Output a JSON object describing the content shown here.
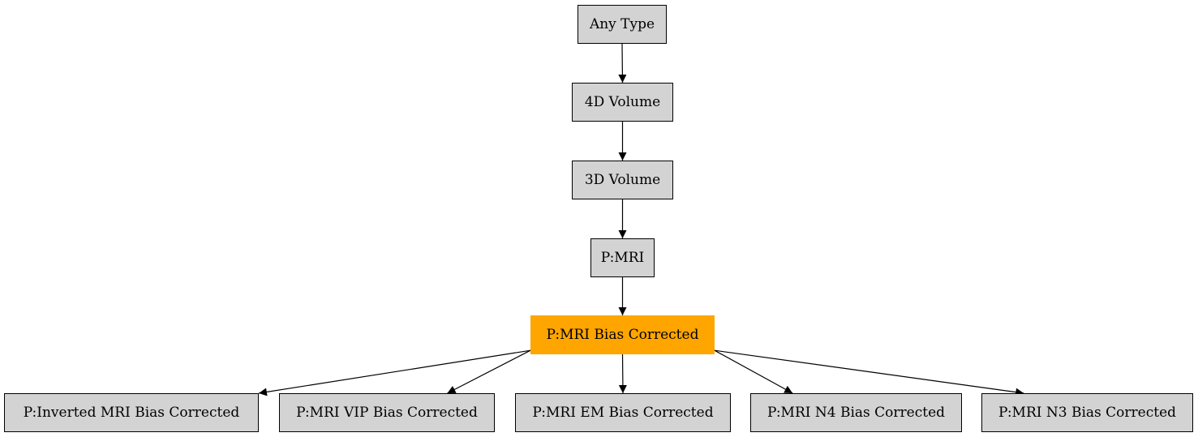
{
  "colors": {
    "node_fill": "#d3d3d3",
    "node_border": "#000000",
    "highlight_fill": "#ffa500",
    "edge": "#000000"
  },
  "nodes": {
    "any_type": "Any Type",
    "volume_4d": "4D Volume",
    "volume_3d": "3D Volume",
    "p_mri": "P:MRI",
    "p_mri_bias_corrected": "P:MRI Bias Corrected",
    "p_inverted_mri_bias_corrected": "P:Inverted MRI Bias Corrected",
    "p_mri_vip_bias_corrected": "P:MRI VIP Bias Corrected",
    "p_mri_em_bias_corrected": "P:MRI EM Bias Corrected",
    "p_mri_n4_bias_corrected": "P:MRI N4 Bias Corrected",
    "p_mri_n3_bias_corrected": "P:MRI N3 Bias Corrected"
  },
  "edges": [
    [
      "any_type",
      "volume_4d"
    ],
    [
      "volume_4d",
      "volume_3d"
    ],
    [
      "volume_3d",
      "p_mri"
    ],
    [
      "p_mri",
      "p_mri_bias_corrected"
    ],
    [
      "p_mri_bias_corrected",
      "p_inverted_mri_bias_corrected"
    ],
    [
      "p_mri_bias_corrected",
      "p_mri_vip_bias_corrected"
    ],
    [
      "p_mri_bias_corrected",
      "p_mri_em_bias_corrected"
    ],
    [
      "p_mri_bias_corrected",
      "p_mri_n4_bias_corrected"
    ],
    [
      "p_mri_bias_corrected",
      "p_mri_n3_bias_corrected"
    ]
  ]
}
